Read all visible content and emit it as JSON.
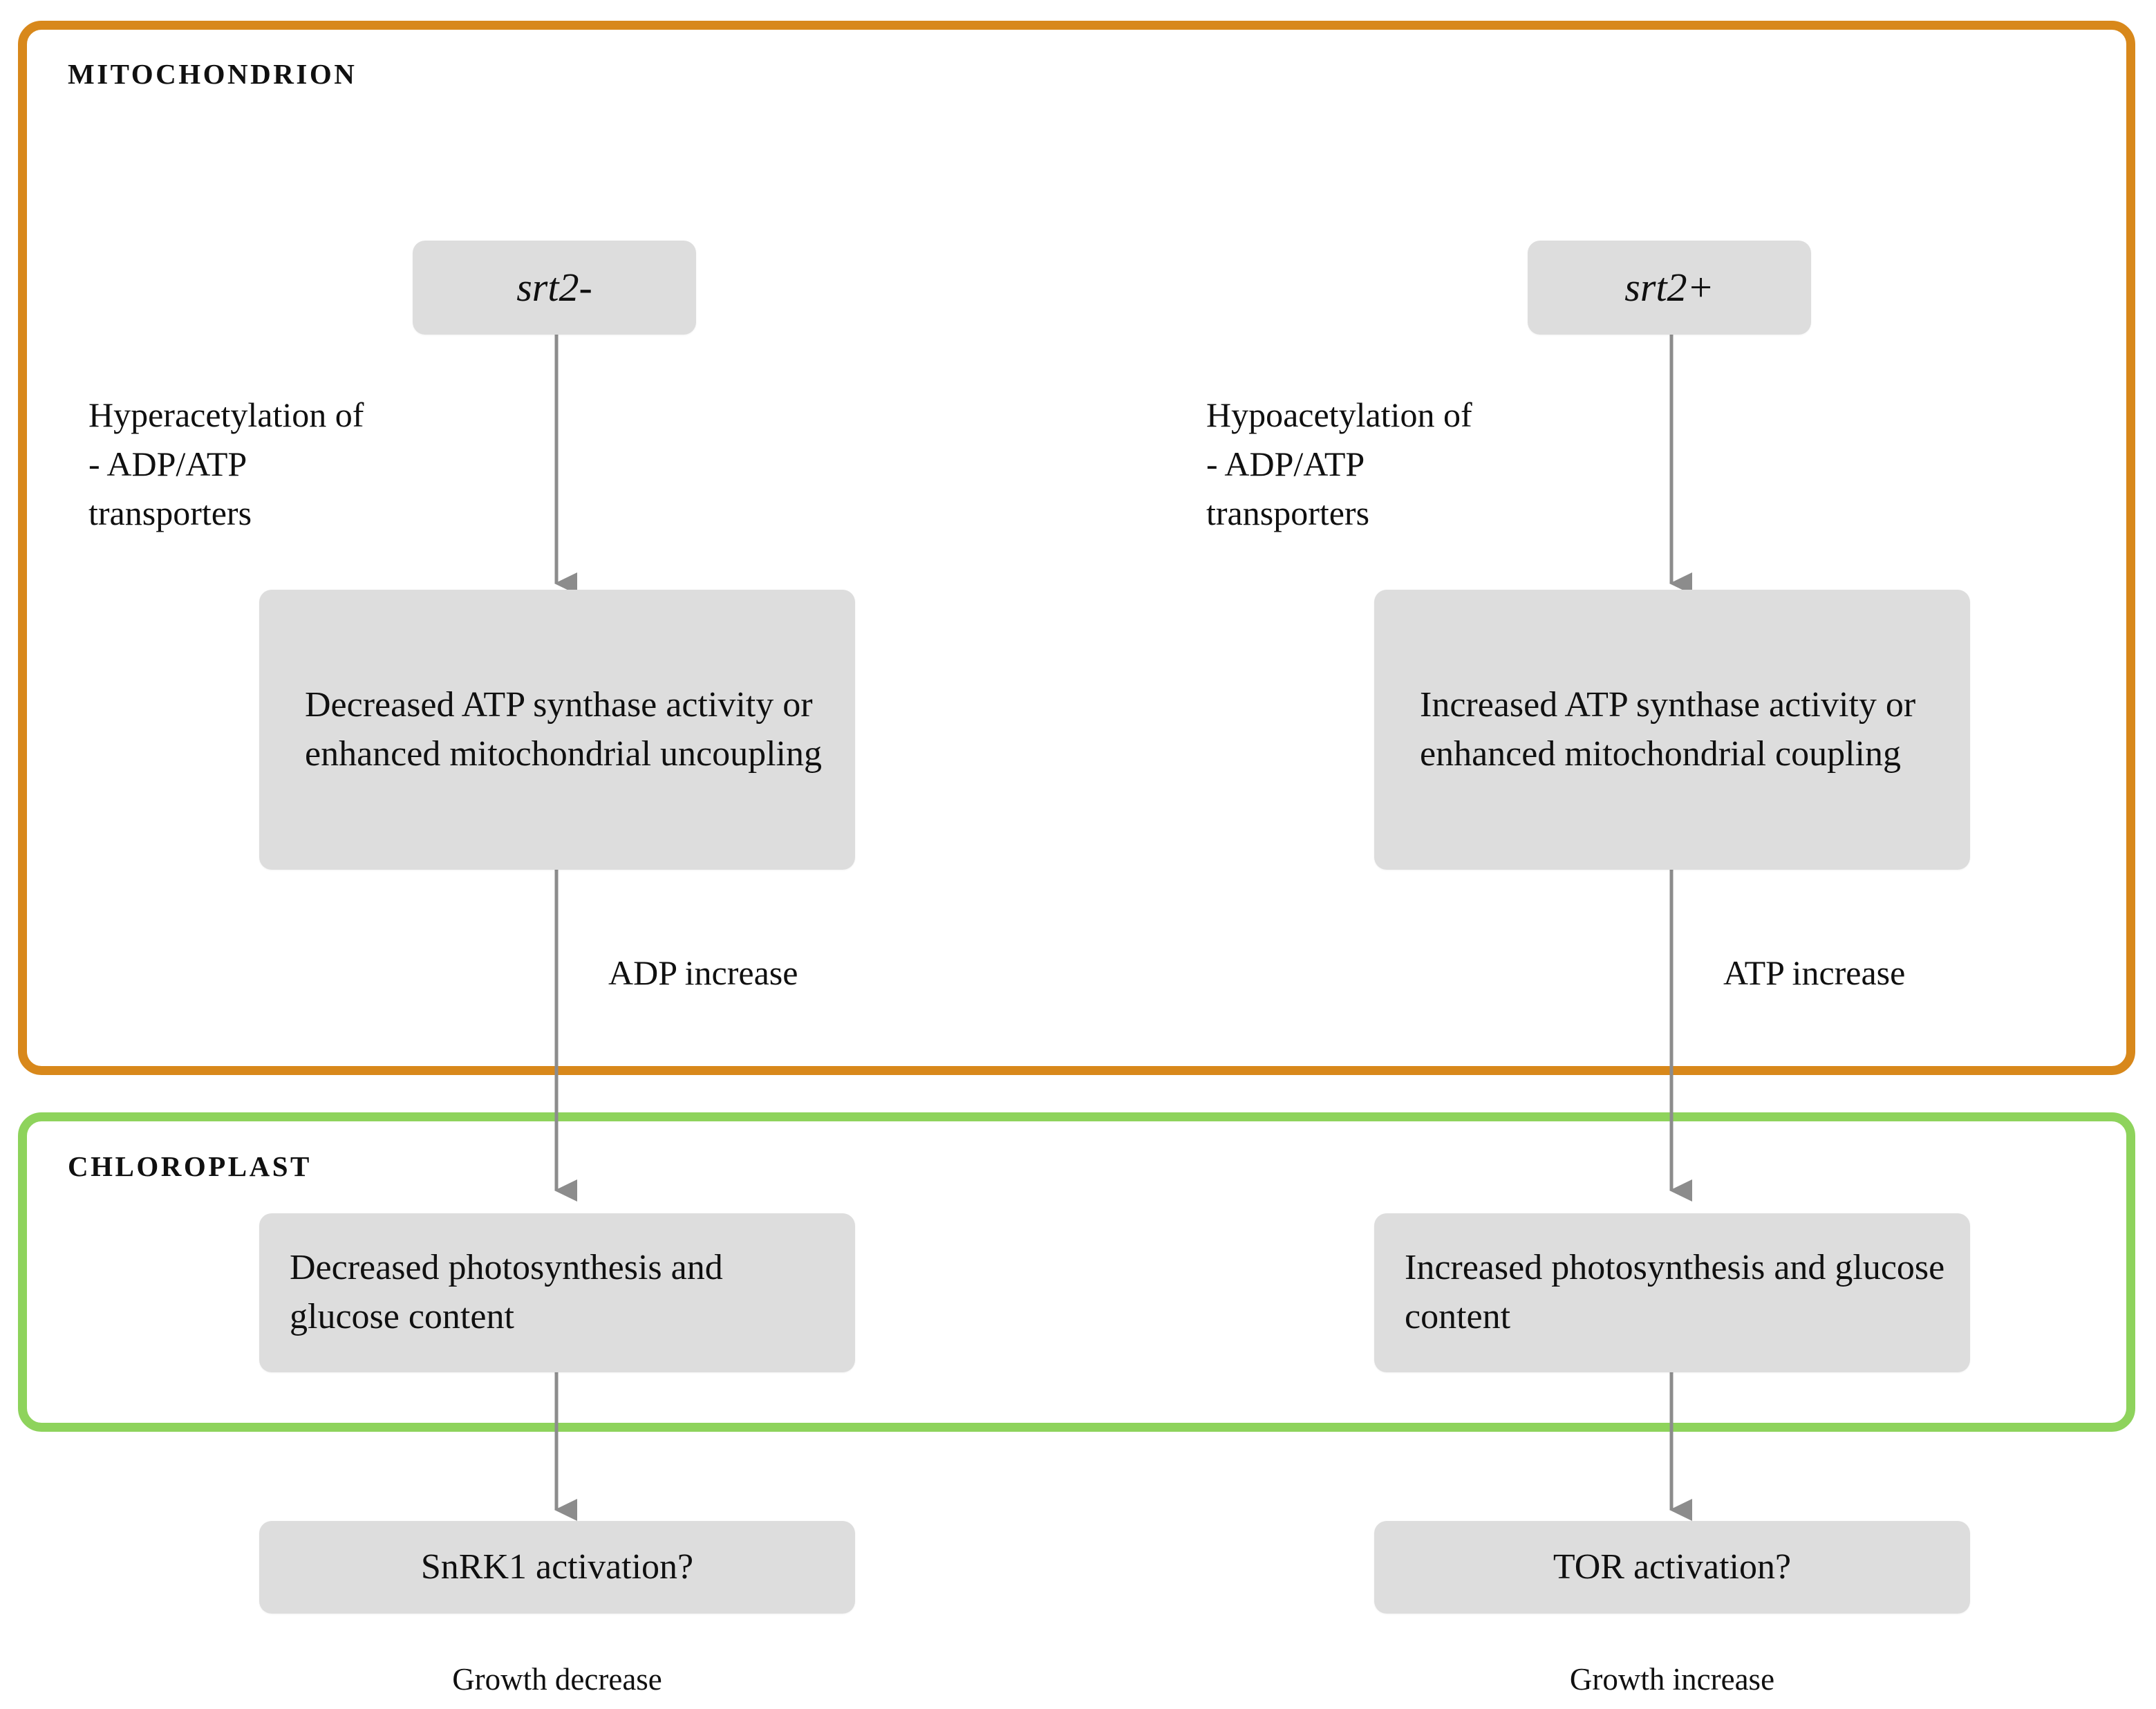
{
  "diagram": {
    "title": "srt2 mitochondrial-chloroplast signalling model",
    "colors": {
      "mitochondrion_border": "#d8881b",
      "chloroplast_border": "#8ed35c",
      "node_fill": "#dddddd",
      "arrow": "#8c8c8c",
      "text": "#101010",
      "background": "#ffffff"
    }
  },
  "compartments": {
    "mitochondrion": {
      "label": "MITOCHONDRION"
    },
    "chloroplast": {
      "label": "CHLOROPLAST"
    }
  },
  "left_branch": {
    "gene": "srt2-",
    "acetylation_note": "Hyperacetylation of\n- ADP/ATP\ntransporters",
    "mito_effect": "Decreased ATP synthase activity or enhanced mitochondrial uncoupling",
    "edge_label": "ADP increase",
    "chloroplast_effect": "Decreased photosynthesis and glucose content",
    "signalling": "SnRK1 activation?",
    "outcome": "Growth decrease"
  },
  "right_branch": {
    "gene": "srt2+",
    "acetylation_note": "Hypoacetylation of\n- ADP/ATP\ntransporters",
    "mito_effect": "Increased ATP synthase activity or enhanced mitochondrial coupling",
    "edge_label": "ATP increase",
    "chloroplast_effect": "Increased photosynthesis and glucose content",
    "signalling": "TOR activation?",
    "outcome": "Growth increase"
  }
}
